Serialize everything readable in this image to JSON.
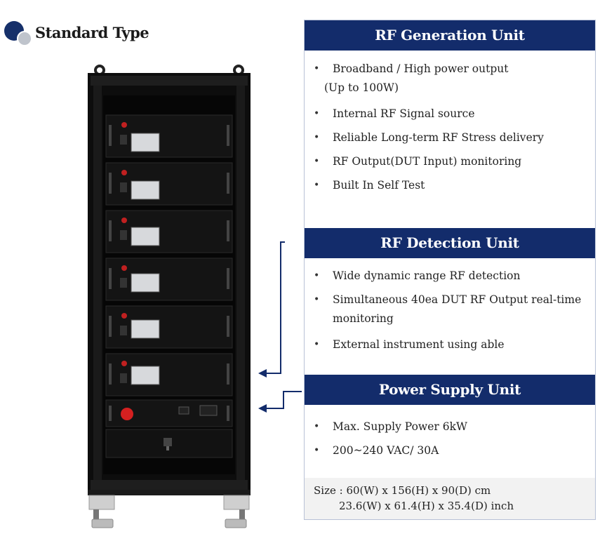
{
  "title": "Standard Type",
  "sections": [
    {
      "header": "RF Generation Unit",
      "items": [
        {
          "text": "Broadband  / High power output",
          "cont": "(Up to 100W)"
        },
        {
          "text": "Internal RF Signal source"
        },
        {
          "text": "Reliable Long-term RF Stress delivery"
        },
        {
          "text": "RF Output(DUT Input) monitoring"
        },
        {
          "text": "Built In Self Test"
        }
      ]
    },
    {
      "header": "RF Detection Unit",
      "items": [
        {
          "text": "Wide dynamic range RF detection"
        },
        {
          "text": "Simultaneous 40ea DUT RF Output real-time",
          "cont": "monitoring"
        },
        {
          "text": "External instrument using able"
        }
      ]
    },
    {
      "header": "Power Supply Unit",
      "items": [
        {
          "text": "Max. Supply Power 6kW"
        },
        {
          "text": "200~240 VAC/ 30A"
        }
      ]
    }
  ],
  "size": {
    "line1": "Size : 60(W)  x 156(H)  x 90(D) cm",
    "line2": "23.6(W)  x 61.4(H)  x  35.4(D) inch"
  },
  "colors": {
    "header_bg": "#132c6b",
    "title_dot": "#16306a",
    "rack_body": "#111111",
    "accent_red": "#d42020"
  },
  "icons": {
    "title_bullet": "circle-bullet-icon",
    "arrow": "arrow-left-icon"
  }
}
